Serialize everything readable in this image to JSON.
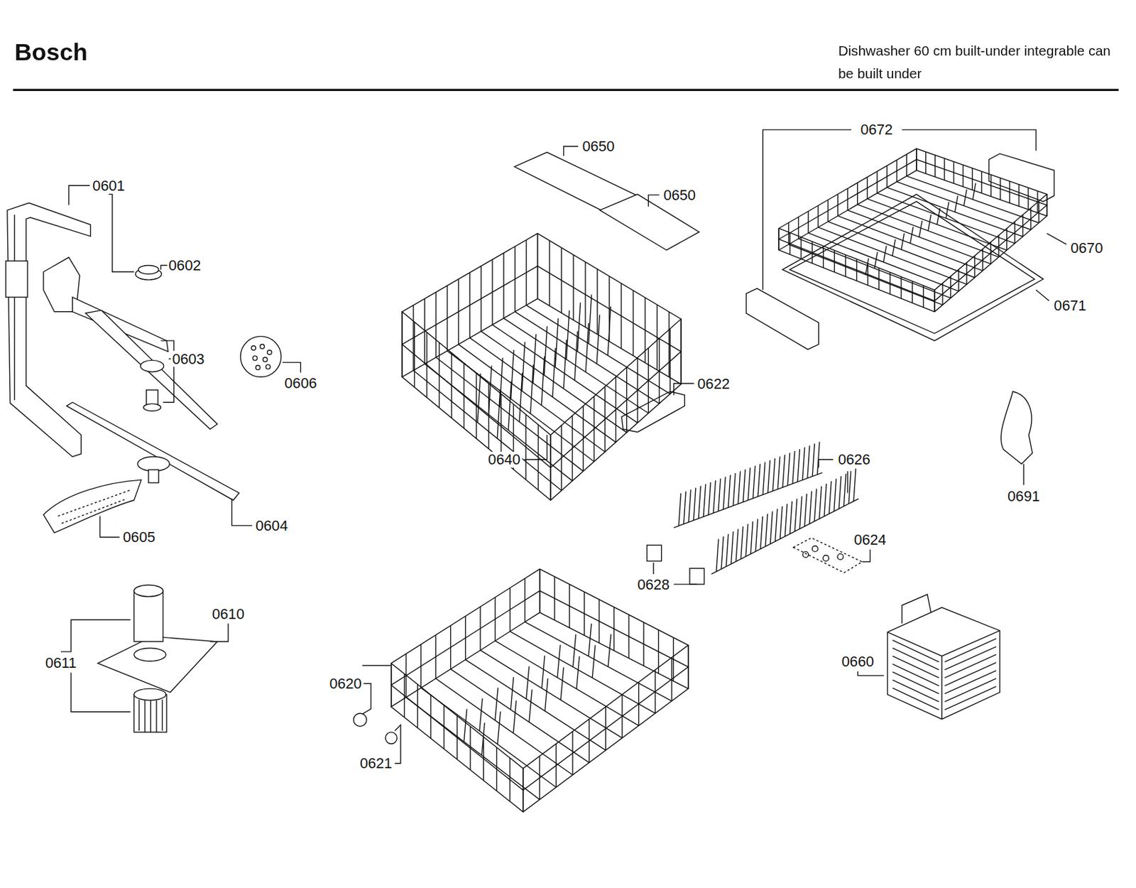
{
  "diagram": {
    "title": "Bosch",
    "labels": [
      "Dishwasher 60 cm built-under integrable can be built under",
      "0601",
      "0602",
      "0603",
      "0606",
      "0605",
      "0604",
      "0610",
      "0611",
      "0650",
      "0650",
      "0640",
      "0622",
      "0626",
      "0628",
      "0624",
      "0620",
      "0621",
      "0672",
      "0670",
      "0671",
      "0691",
      "0660"
    ]
  }
}
